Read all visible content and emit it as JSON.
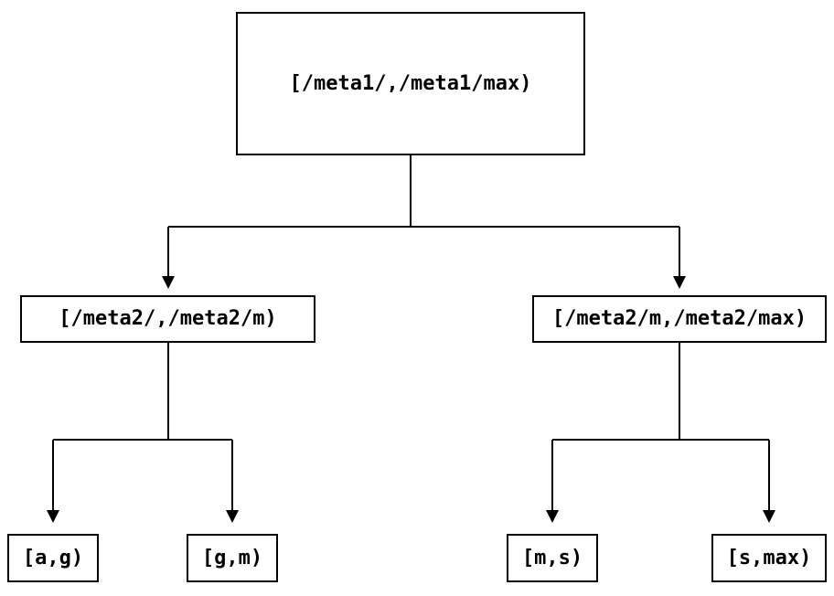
{
  "colors": {
    "line": "#000000",
    "background": "#ffffff"
  },
  "nodes": {
    "root": {
      "label": "[/meta1/,/meta1/max)"
    },
    "meta2_low": {
      "label": "[/meta2/,/meta2/m)"
    },
    "meta2_high": {
      "label": "[/meta2/m,/meta2/max)"
    },
    "leaf_ag": {
      "label": "[a,g)"
    },
    "leaf_gm": {
      "label": "[g,m)"
    },
    "leaf_ms": {
      "label": "[m,s)"
    },
    "leaf_smax": {
      "label": "[s,max)"
    }
  }
}
